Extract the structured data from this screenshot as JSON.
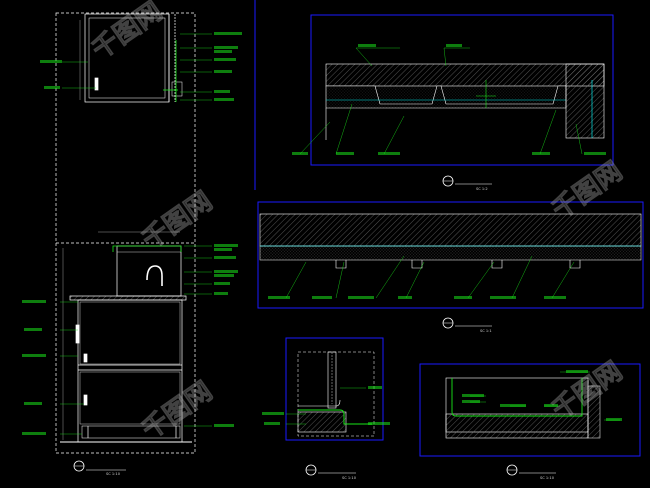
{
  "sheet": {
    "background": "#000000",
    "line_color": "#ffffff",
    "frame_color": "#1a1aff",
    "leader_color": "#19e619",
    "accent_color": "#00e5e5",
    "watermark_color": "#bdbdbd"
  },
  "watermark": {
    "text": "千图网"
  },
  "details": {
    "cabinet": {
      "scale": "SC 1:10"
    },
    "top_section": {
      "scale": "SC 1:2"
    },
    "long_section": {
      "scale": "SC 1:1"
    },
    "small_detail": {
      "scale": "SC 1:10"
    },
    "base_detail": {
      "scale": "SC 1:10"
    }
  }
}
